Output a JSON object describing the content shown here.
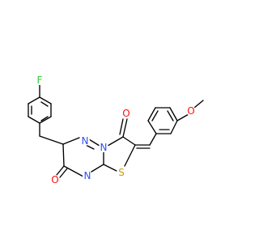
{
  "molecule": {
    "atoms": {
      "F": {
        "text": "F",
        "color": "#33cc33"
      },
      "O3": {
        "text": "O",
        "color": "#ff0d0d"
      },
      "O7": {
        "text": "O",
        "color": "#ff0d0d"
      },
      "OMe": {
        "text": "O",
        "color": "#ff0d0d"
      },
      "N4": {
        "text": "N",
        "color": "#3050f8"
      },
      "N5": {
        "text": "N",
        "color": "#3050f8"
      },
      "N8": {
        "text": "N",
        "color": "#3050f8"
      },
      "S1": {
        "text": "S",
        "color": "#c8a000"
      }
    }
  }
}
